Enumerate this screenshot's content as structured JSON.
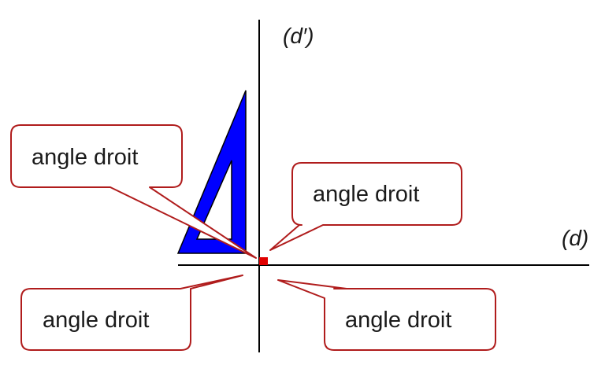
{
  "lines": {
    "horizontal_label": "(d)",
    "vertical_label": "(d′)"
  },
  "callouts": [
    {
      "text": "angle droit"
    },
    {
      "text": "angle droit"
    },
    {
      "text": "angle droit"
    },
    {
      "text": "angle droit"
    }
  ],
  "colors": {
    "set_square_fill": "#0000ff",
    "callout_border": "#b01c1c",
    "right_angle_marker": "#e00000",
    "line": "#000000"
  }
}
